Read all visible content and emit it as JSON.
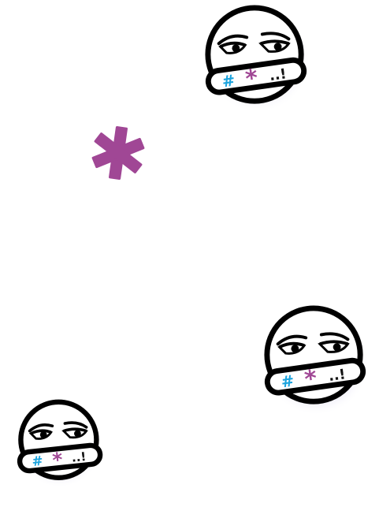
{
  "scene": {
    "background": "#ffffff",
    "asterisk_color": "#a04795"
  },
  "faces": [
    {
      "id": "face-top",
      "mood": "annoyed",
      "censor_symbols": [
        "#",
        "*",
        "..!"
      ]
    },
    {
      "id": "face-mid",
      "mood": "annoyed",
      "censor_symbols": [
        "#",
        "*",
        "..!"
      ]
    },
    {
      "id": "face-bottom",
      "mood": "annoyed",
      "censor_symbols": [
        "#",
        "*",
        "..!"
      ]
    }
  ],
  "colors": {
    "hash": "#1ba3dd",
    "star": "#a04795",
    "punct": "#111111",
    "outline": "#000000",
    "face_fill": "#ffffff"
  }
}
